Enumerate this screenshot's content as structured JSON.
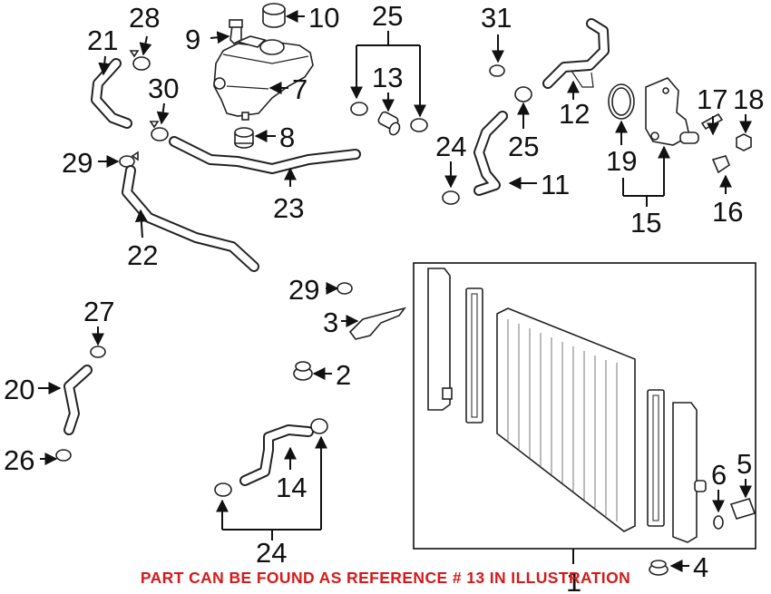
{
  "labels": {
    "l1": "1",
    "l2": "2",
    "l3": "3",
    "l4": "4",
    "l5": "5",
    "l6": "6",
    "l7": "7",
    "l8": "8",
    "l9": "9",
    "l10": "10",
    "l11": "11",
    "l12": "12",
    "l13": "13",
    "l14": "14",
    "l15": "15",
    "l16": "16",
    "l17": "17",
    "l18": "18",
    "l19": "19",
    "l20": "20",
    "l21": "21",
    "l22": "22",
    "l23": "23",
    "l24a": "24",
    "l24b": "24",
    "l25a": "25",
    "l25b": "25",
    "l26": "26",
    "l27": "27",
    "l28": "28",
    "l29a": "29",
    "l29b": "29",
    "l30": "30",
    "l31": "31"
  },
  "note": "PART CAN BE FOUND AS REFERENCE # 13 IN ILLUSTRATION",
  "colors": {
    "note": "#d6191b",
    "ink": "#111111"
  }
}
